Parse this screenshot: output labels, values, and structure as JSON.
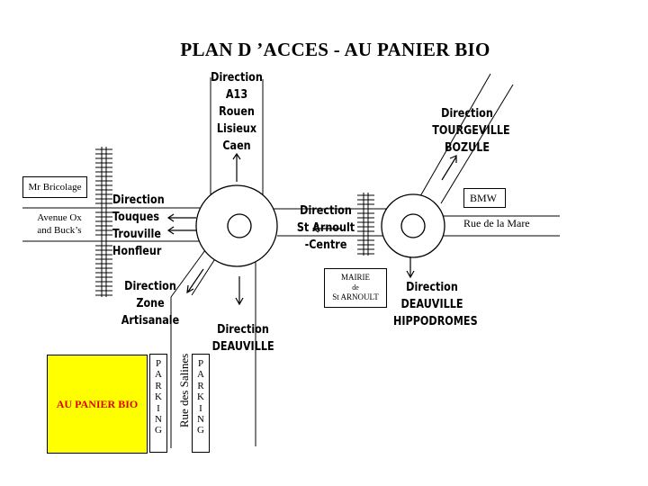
{
  "title": "PLAN D ’ACCES - AU PANIER BIO",
  "directions": {
    "north": [
      "Direction",
      "A13",
      "Rouen",
      "Lisieux",
      "Caen"
    ],
    "west": [
      "Direction",
      "Touques",
      "Trouville",
      "Honfleur"
    ],
    "zone": [
      "Direction",
      "Zone",
      "Artisanale"
    ],
    "south": [
      "Direction",
      "DEAUVILLE"
    ],
    "st_arnoult": [
      "Direction",
      "St Arnoult",
      "-Centre"
    ],
    "tourgeville": [
      "Direction",
      "TOURGEVILLE",
      "BOZULE"
    ],
    "deauville_hippo": [
      "Direction",
      "DEAUVILLE",
      "HIPPODROMES"
    ]
  },
  "places": {
    "mr_bricolage": "Mr Bricolage",
    "avenue_ox_line1": "Avenue Ox",
    "avenue_ox_line2": "and Buck’s",
    "bmw": "BMW",
    "rue_mare": "Rue de la Mare",
    "mairie_line1": "MAIRIE",
    "mairie_line2": "de",
    "mairie_line3": "St ARNOULT",
    "rue_salines": "Rue des Salines",
    "store": "AU PANIER BIO"
  },
  "parking_letters": [
    "P",
    "A",
    "R",
    "K",
    "I",
    "N",
    "G"
  ],
  "colors": {
    "store_fill": "#ffff00",
    "store_text": "#e00000"
  }
}
